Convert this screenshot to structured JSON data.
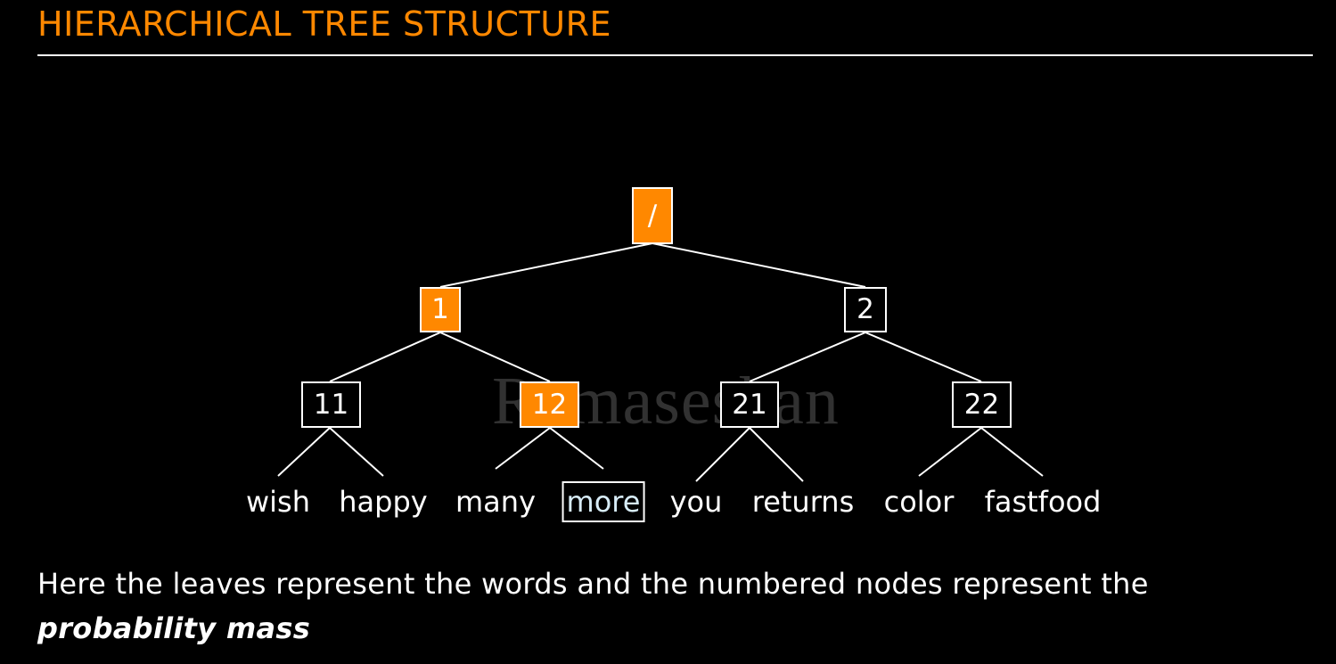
{
  "title": "HIERARCHICAL TREE STRUCTURE",
  "watermark": "Ramaseshan",
  "colors": {
    "accent": "#ff8800",
    "background": "#000000",
    "foreground": "#ffffff",
    "selected_leaf": "#d7ecf7"
  },
  "tree": {
    "root": {
      "label": "/",
      "highlighted": true
    },
    "level1": [
      {
        "label": "1",
        "highlighted": true
      },
      {
        "label": "2",
        "highlighted": false
      }
    ],
    "level2": [
      {
        "label": "11",
        "highlighted": false
      },
      {
        "label": "12",
        "highlighted": true
      },
      {
        "label": "21",
        "highlighted": false
      },
      {
        "label": "22",
        "highlighted": false
      }
    ],
    "leaves": [
      {
        "word": "wish",
        "selected": false
      },
      {
        "word": "happy",
        "selected": false
      },
      {
        "word": "many",
        "selected": false
      },
      {
        "word": "more",
        "selected": true
      },
      {
        "word": "you",
        "selected": false
      },
      {
        "word": "returns",
        "selected": false
      },
      {
        "word": "color",
        "selected": false
      },
      {
        "word": "fastfood",
        "selected": false
      }
    ]
  },
  "caption": {
    "text": "Here the leaves represent the words and the numbered nodes represent the ",
    "emphasis": "probability mass"
  }
}
